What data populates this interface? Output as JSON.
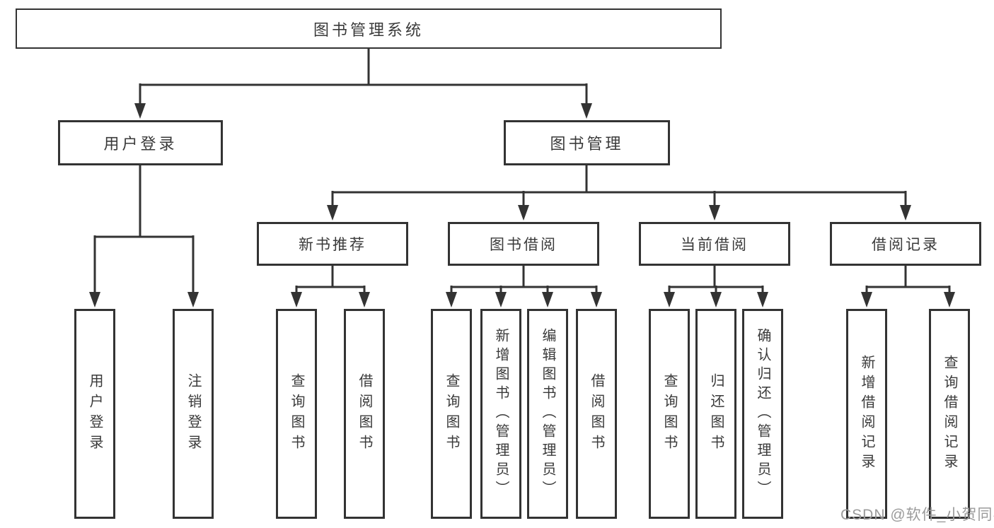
{
  "diagram": {
    "root": {
      "label": "图书管理系统"
    },
    "branches": [
      {
        "label": "用户登录",
        "children": [
          {
            "label": "用户登录"
          },
          {
            "label": "注销登录"
          }
        ]
      },
      {
        "label": "图书管理",
        "children": [
          {
            "label": "新书推荐",
            "children": [
              {
                "label": "查询图书"
              },
              {
                "label": "借阅图书"
              }
            ]
          },
          {
            "label": "图书借阅",
            "children": [
              {
                "label": "查询图书"
              },
              {
                "label": "新增图书（管理员）"
              },
              {
                "label": "编辑图书（管理员）"
              },
              {
                "label": "借阅图书"
              }
            ]
          },
          {
            "label": "当前借阅",
            "children": [
              {
                "label": "查询图书"
              },
              {
                "label": "归还图书"
              },
              {
                "label": "确认归还（管理员）"
              }
            ]
          },
          {
            "label": "借阅记录",
            "children": [
              {
                "label": "新增借阅记录"
              },
              {
                "label": "查询借阅记录"
              }
            ]
          }
        ]
      }
    ]
  },
  "watermark": {
    "text": "CSDN @软件_小贺同学"
  },
  "colors": {
    "line": "#333333",
    "box_border": "#333333",
    "text": "#3a3a3a",
    "watermark": "#9b9b9b",
    "background": "#ffffff"
  }
}
